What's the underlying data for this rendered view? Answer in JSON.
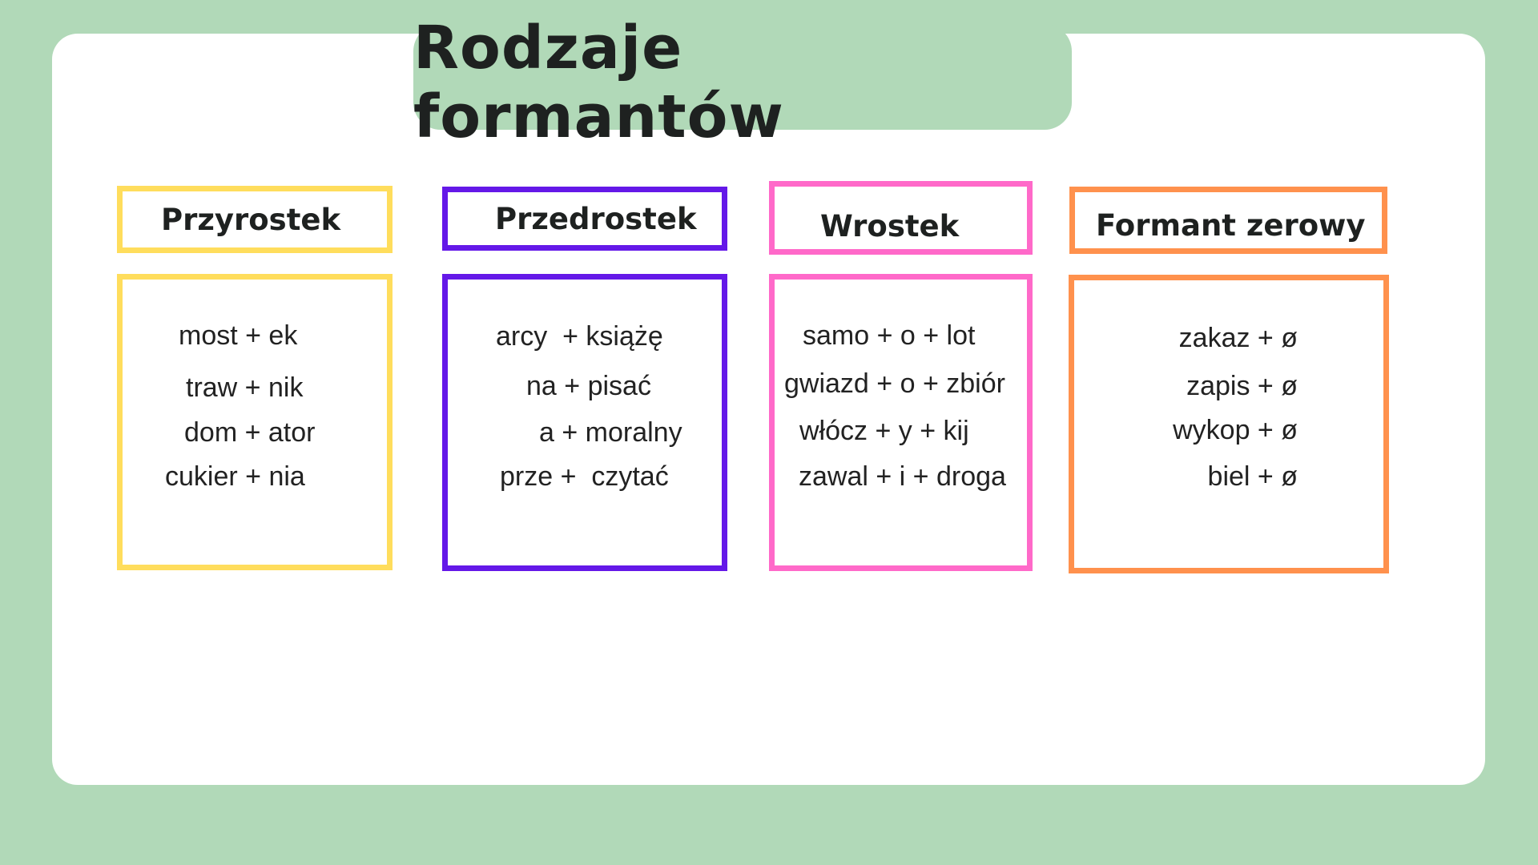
{
  "title": "Rodzaje formantów",
  "colors": {
    "background": "#b1d9b8",
    "card": "#ffffff",
    "yellow": "#ffdd5c",
    "purple": "#6418e8",
    "pink": "#ff69c9",
    "orange": "#ff914d",
    "text": "#1e2120"
  },
  "columns": [
    {
      "header": "Przyrostek",
      "color": "#ffdd5c",
      "examples": [
        "most + ek",
        "traw + nik",
        "dom + ator",
        "cukier + nia"
      ]
    },
    {
      "header": "Przedrostek",
      "color": "#6418e8",
      "examples": [
        "arcy  + książę",
        "na + pisać",
        "a + moralny",
        "prze +  czytać"
      ]
    },
    {
      "header": "Wrostek",
      "color": "#ff69c9",
      "examples": [
        "samo + o + lot",
        "gwiazd + o + zbiór",
        "włócz + y + kij",
        "zawal + i + droga"
      ]
    },
    {
      "header": "Formant zerowy",
      "color": "#ff914d",
      "examples": [
        "zakaz + ø",
        "zapis + ø",
        "wykop + ø",
        "biel + ø"
      ]
    }
  ]
}
